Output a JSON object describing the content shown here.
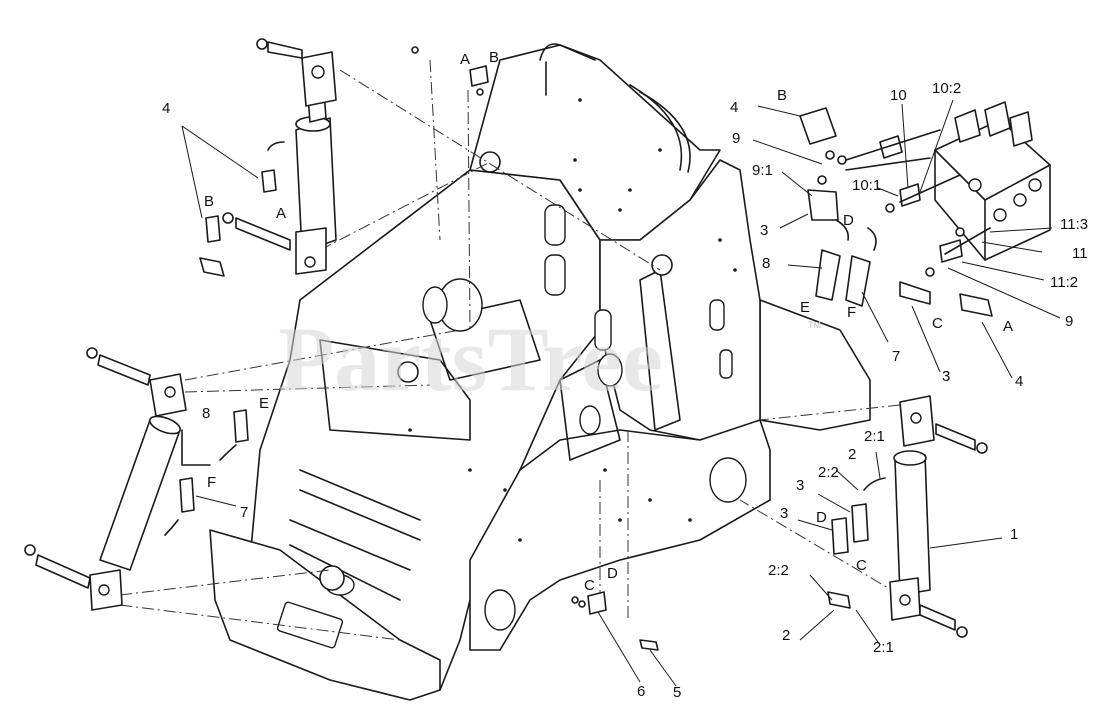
{
  "watermark": {
    "text": "PartsTree",
    "trademark": "TM"
  },
  "callouts": [
    "4",
    "B",
    "A",
    "A",
    "B",
    "4",
    "B",
    "9",
    "9:1",
    "3",
    "D",
    "8",
    "E",
    "F",
    "10",
    "10:2",
    "10:1",
    "11:3",
    "11",
    "11:2",
    "9",
    "A",
    "C",
    "4",
    "3",
    "7",
    "E",
    "8",
    "F",
    "7",
    "1",
    "2:1",
    "2",
    "2:2",
    "3",
    "3",
    "D",
    "C",
    "2:2",
    "2",
    "2:1",
    "C",
    "D",
    "6",
    "5"
  ],
  "colors": {
    "line": "#1a1a1a",
    "background": "#ffffff",
    "watermark": "#d6d6d6"
  }
}
